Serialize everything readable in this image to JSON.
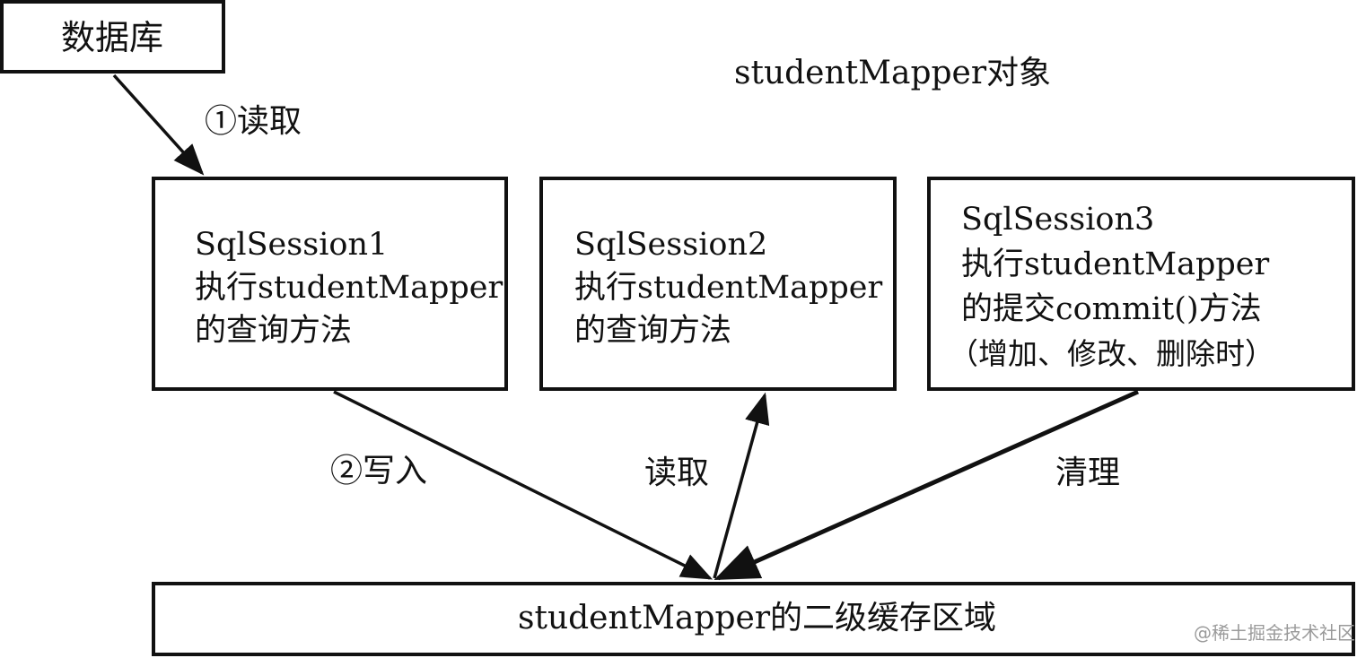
{
  "database": {
    "label": "数据库"
  },
  "group_title": "studentMapper对象",
  "edges": {
    "read_from_db": "①读取",
    "write_to_cache": "②写入",
    "read_from_cache": "读取",
    "clear_cache": "清理"
  },
  "sessions": [
    {
      "lines": [
        "SqlSession1",
        "执行studentMapper",
        "的查询方法"
      ]
    },
    {
      "lines": [
        "SqlSession2",
        "执行studentMapper",
        "的查询方法"
      ]
    },
    {
      "lines": [
        "SqlSession3",
        "执行studentMapper",
        "的提交commit()方法",
        "（增加、修改、删除时）"
      ]
    }
  ],
  "cache": {
    "label": "studentMapper的二级缓存区域"
  },
  "watermark": "@稀土掘金技术社区",
  "colors": {
    "stroke": "#111111",
    "background": "#ffffff",
    "watermark": "#9a9a9a"
  }
}
